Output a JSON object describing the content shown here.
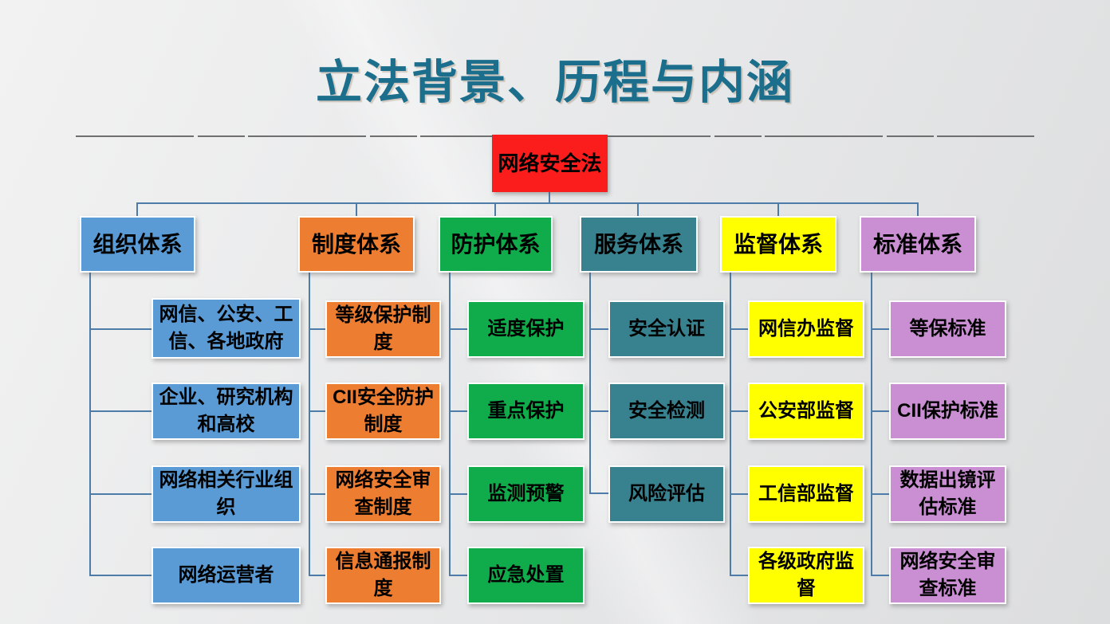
{
  "slide": {
    "title": "立法背景、历程与内涵"
  },
  "root": {
    "label": "网络安全法",
    "color": "#fb1d1c"
  },
  "columns": [
    {
      "header": "组织体系",
      "color": "#5b9bd5",
      "children": [
        "网信、公安、工信、各地政府",
        "企业、研究机构和高校",
        "网络相关行业组织",
        "网络运营者"
      ]
    },
    {
      "header": "制度体系",
      "color": "#ed7d31",
      "children": [
        "等级保护制度",
        "CII安全防护制度",
        "网络安全审查制度",
        "信息通报制度"
      ]
    },
    {
      "header": "防护体系",
      "color": "#10ab4b",
      "children": [
        "适度保护",
        "重点保护",
        "监测预警",
        "应急处置"
      ]
    },
    {
      "header": "服务体系",
      "color": "#38818f",
      "children": [
        "安全认证",
        "安全检测",
        "风险评估"
      ]
    },
    {
      "header": "监督体系",
      "color": "#ffff00",
      "children": [
        "网信办监督",
        "公安部监督",
        "工信部监督",
        "各级政府监督"
      ]
    },
    {
      "header": "标准体系",
      "color": "#c98fd2",
      "children": [
        "等保标准",
        "CII保护标准",
        "数据出镜评估标准",
        "网络安全审查标准"
      ]
    }
  ],
  "palette": {
    "title_text": "#1b6e8c",
    "connector": "#4e7ca9",
    "divider": "#6f6f6f",
    "background": "#e8e9ea",
    "node_text": "#000000"
  }
}
